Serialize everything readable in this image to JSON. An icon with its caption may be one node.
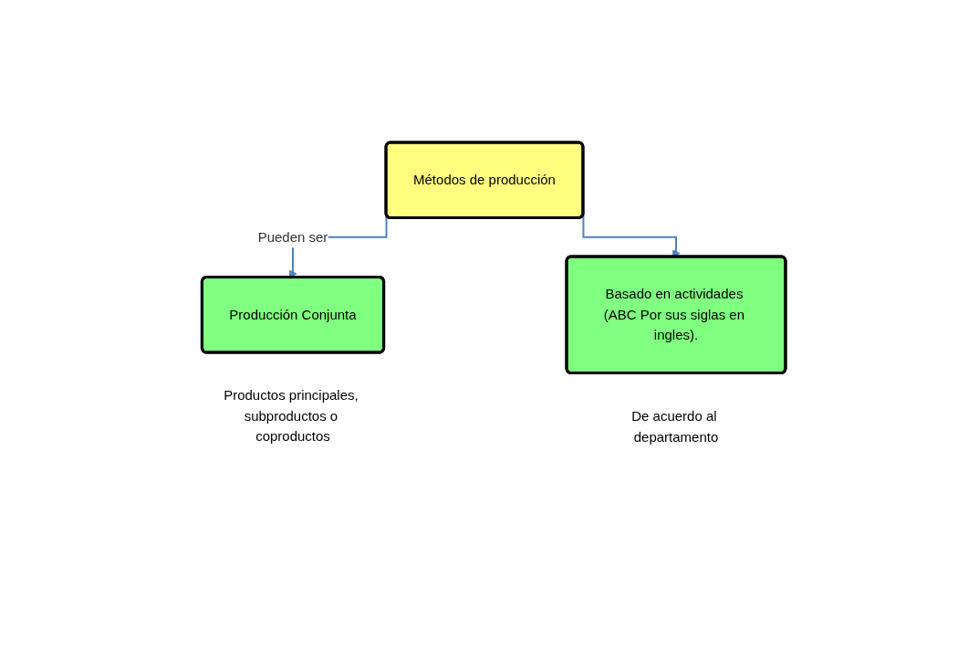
{
  "diagram": {
    "nodes": [
      {
        "text": [
          "Métodos de producción"
        ]
      },
      {
        "text": [
          "Producción Conjunta"
        ],
        "beside": [
          "Productos principales, subproductos o coproductos"
        ]
      },
      {
        "text": [
          "Basado en actividades (ABC Por sus siglas en ingles)."
        ],
        "beside": [
          "De acuerdo al departamento"
        ]
      }
    ],
    "edges": [
      {
        "from": 0,
        "to": 1,
        "arrow": "to",
        "label": "Pueden ser"
      },
      {
        "from": 0,
        "to": 2,
        "arrow": "to"
      }
    ]
  }
}
